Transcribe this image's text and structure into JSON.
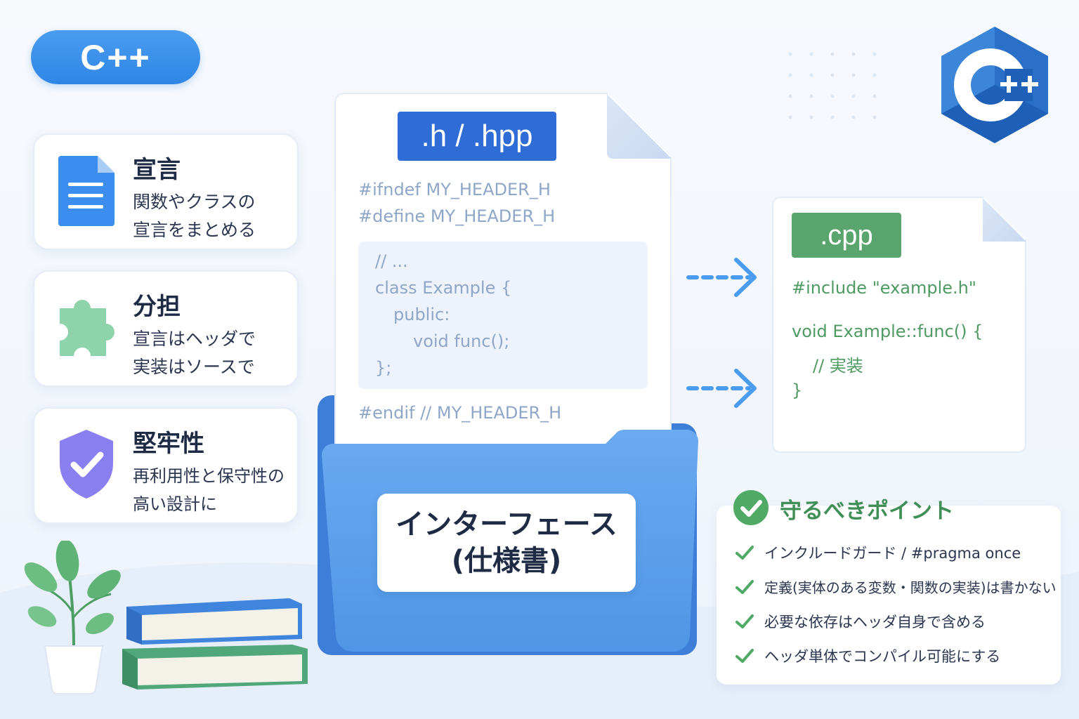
{
  "badge": {
    "label": "C++"
  },
  "cards": [
    {
      "title": "宣言",
      "line1": "関数やクラスの",
      "line2": "宣言をまとめる",
      "icon": "document-icon"
    },
    {
      "title": "分担",
      "line1": "宣言はヘッダで",
      "line2": "実装はソースで",
      "icon": "puzzle-icon"
    },
    {
      "title": "堅牢性",
      "line1": "再利用性と保守性の",
      "line2": "高い設計に",
      "icon": "shield-check-icon"
    }
  ],
  "header_file": {
    "tag": ".h / .hpp",
    "line1": "#ifndef MY_HEADER_H",
    "line2": "#define MY_HEADER_H",
    "box_line1": "// ...",
    "box_line2": "class Example {",
    "box_line3": "public:",
    "box_line4": "void func();",
    "box_line5": "};",
    "line_end": "#endif // MY_HEADER_H"
  },
  "folder": {
    "line1": "インターフェース",
    "line2": "(仕様書)"
  },
  "source_file": {
    "tag": ".cpp",
    "line1": "#include \"example.h\"",
    "line2": "void Example::func() {",
    "line3": "// 実装",
    "line4": "}"
  },
  "points": {
    "title": "守るべきポイント",
    "items": [
      "インクルードガード / #pragma once",
      "定義(実体のある変数・関数の実装)は書かない",
      "必要な依存はヘッダ自身で含める",
      "ヘッダ単体でコンパイル可能にする"
    ]
  },
  "colors": {
    "accent_blue": "#2f86e6",
    "header_tag": "#2f6cd6",
    "cpp_green": "#5aa56e",
    "folder_blue": "#5a9ee8"
  }
}
